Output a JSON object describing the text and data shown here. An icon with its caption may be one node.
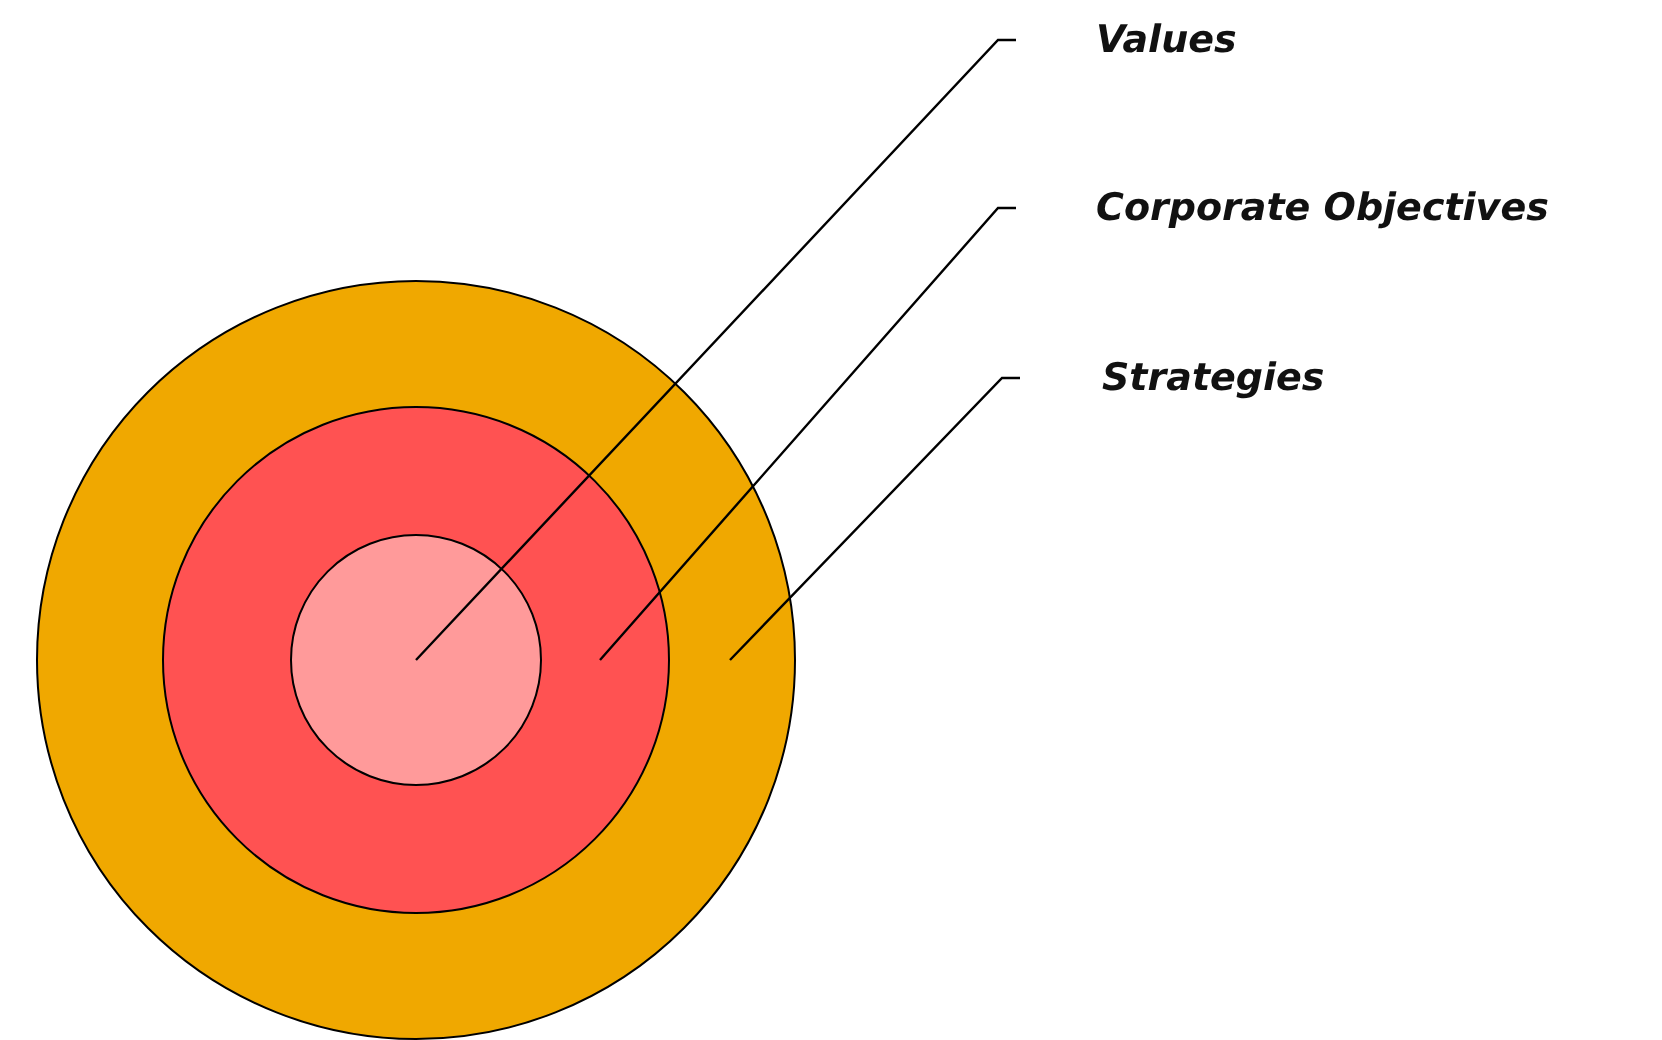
{
  "diagram": {
    "nodes": [
      {
        "text": [],
        "shape": "circle"
      },
      {
        "text": [],
        "shape": "circle",
        "in": 0
      },
      {
        "text": [],
        "shape": "circle",
        "in": 1
      },
      {
        "text": [
          "Values"
        ]
      },
      {
        "text": [
          "Corporate Objectives"
        ]
      },
      {
        "text": [
          "Strategies"
        ]
      }
    ],
    "edges": [
      {
        "from": 3,
        "to": 2,
        "arrow": "none"
      },
      {
        "from": 4,
        "to": 1,
        "arrow": "none"
      },
      {
        "from": 5,
        "to": 0,
        "arrow": "none"
      }
    ]
  }
}
